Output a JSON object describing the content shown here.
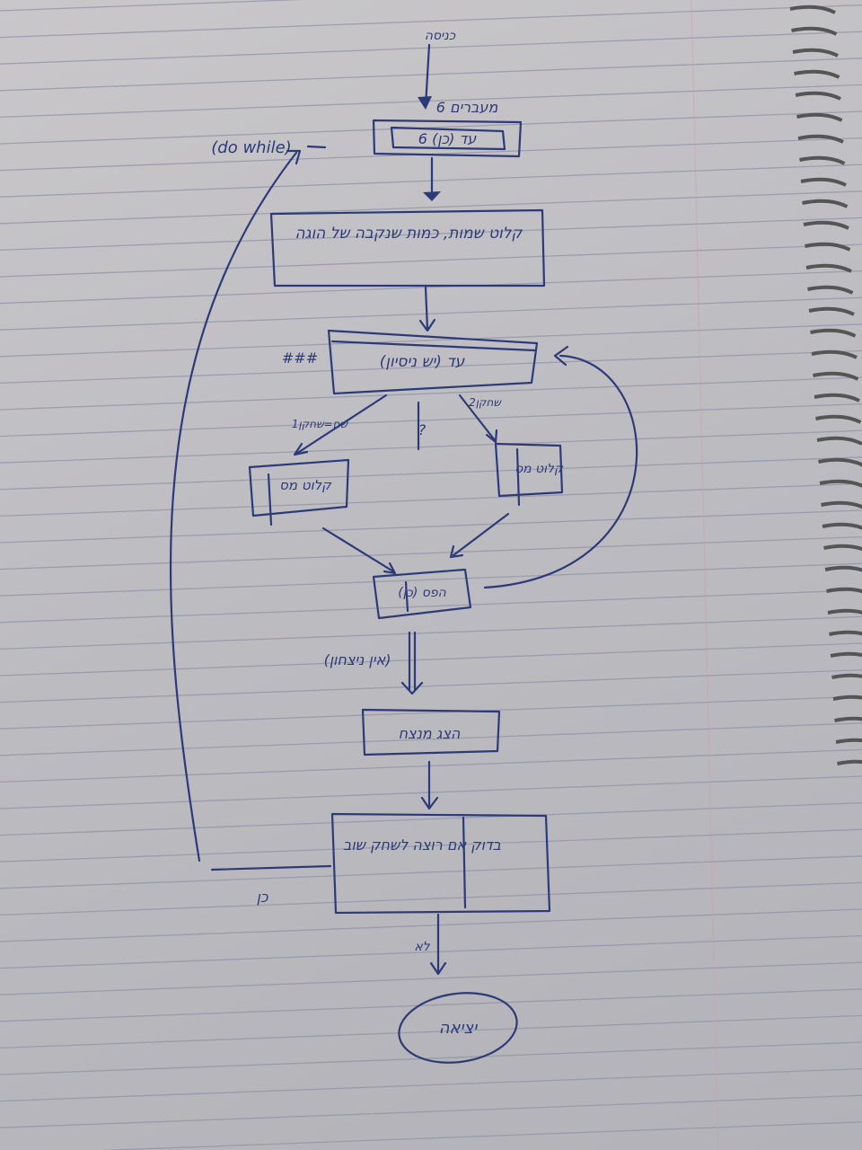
{
  "nodes": {
    "start": "כניסה",
    "loop_top": "6 עד (כן)",
    "loop_top_note": "6 מעברים",
    "do_while": "(do while)",
    "read_name": "קלוט שמות, כמות שנקבה של הוגה",
    "inner_loop": "עד (יש ניסיון)",
    "inner_loop_note": "###",
    "branch_left": "שם=שחקן1",
    "branch_right": "שחקן2",
    "branch_mid": "?",
    "box_left": "קלוט מס",
    "box_right": "קלוט מס",
    "merge": "הפס (כן)",
    "no_win": "(אין ניצחון)",
    "win_message": "הצג מנצח",
    "ask_again": "בדוק אם רוצה לשחק שוב",
    "yes_label": "כן",
    "no_label": "לא",
    "end": "יציאה"
  }
}
